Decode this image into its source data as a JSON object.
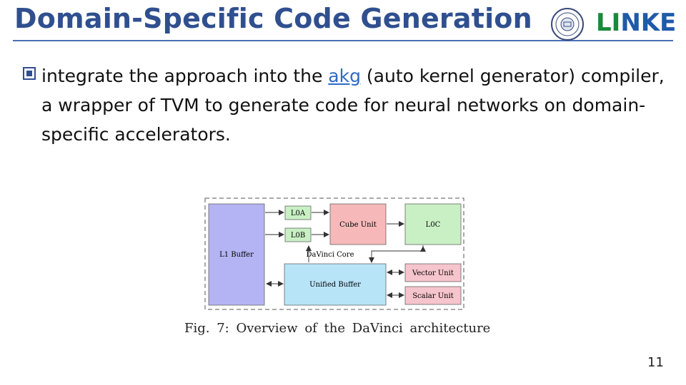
{
  "slide": {
    "title": "Domain-Specific Code Generation",
    "bullet": {
      "before_link": "integrate the approach into the ",
      "link_text": "akg",
      "after_link": " (auto kernel generator) compiler, a wrapper of TVM to generate code for neural networks on domain-specific accelerators."
    },
    "logo_text_a": "LI",
    "logo_text_b": "NKE",
    "page_number": "11"
  },
  "diagram": {
    "caption": "Fig. 7: Overview of the DaVinci architecture",
    "blocks": {
      "l1_buffer": "L1 Buffer",
      "l0a": "L0A",
      "l0b": "L0B",
      "cube_unit": "Cube Unit",
      "l0c": "L0C",
      "davinci_core": "DaVinci Core",
      "unified_buffer": "Unified Buffer",
      "vector_unit": "Vector Unit",
      "scalar_unit": "Scalar Unit"
    },
    "colors": {
      "l1_buffer": "#b4b4f4",
      "l0": "#c8f0c4",
      "cube_unit": "#f6b8b8",
      "l0c": "#c8f0c4",
      "unified_buffer": "#b8e4f8",
      "vector_scalar": "#f6c4cc"
    }
  }
}
